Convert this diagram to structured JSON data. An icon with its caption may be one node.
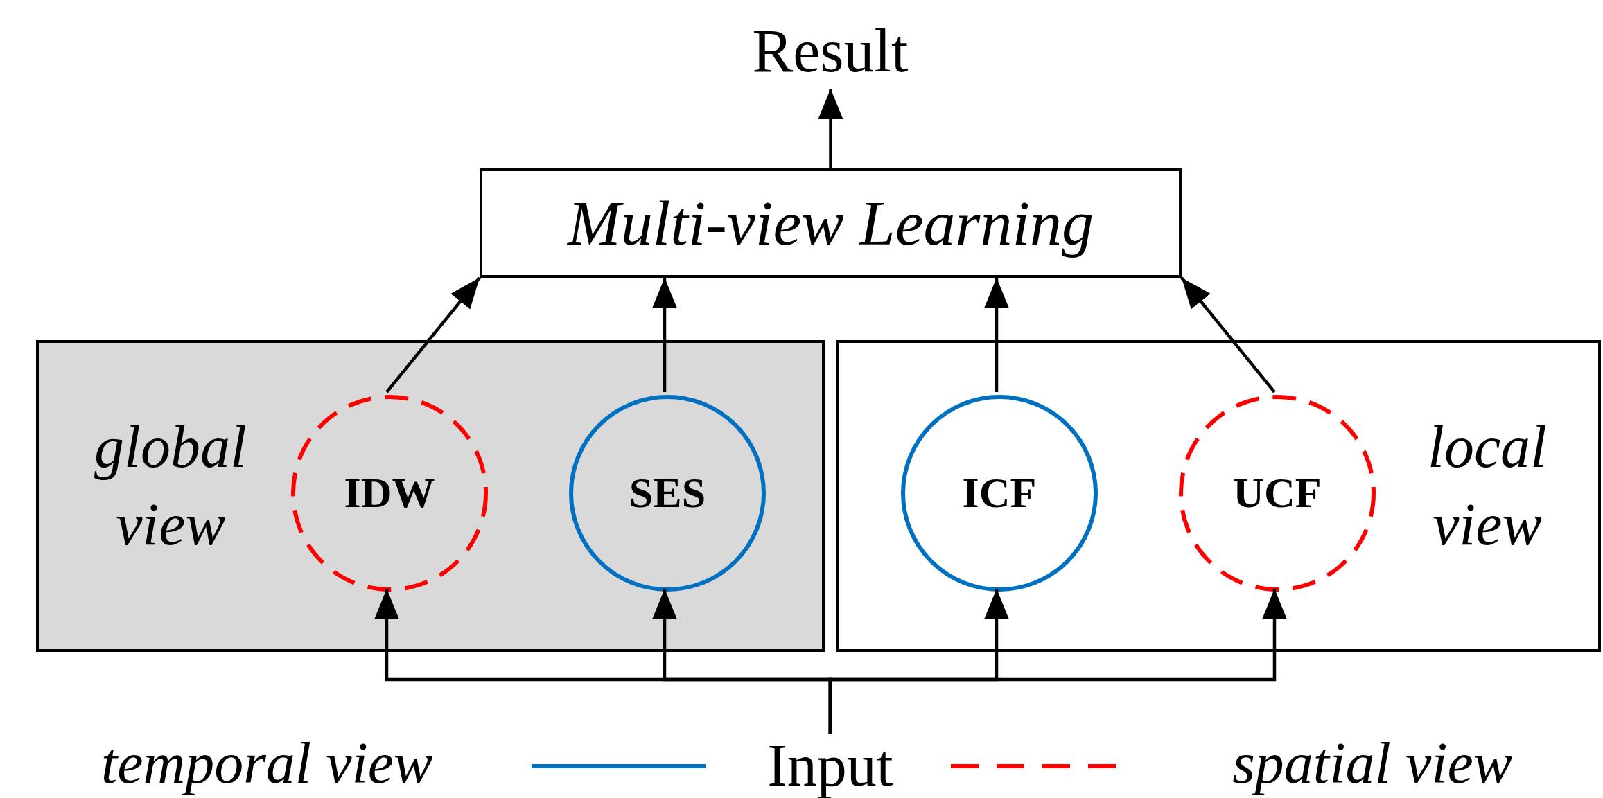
{
  "diagram": {
    "nodes": [
      {
        "text": [
          "Result"
        ]
      },
      {
        "text": [
          "Multi-view Learning"
        ]
      },
      {
        "text": [
          "global view"
        ]
      },
      {
        "text": [
          "IDW"
        ],
        "in": 2
      },
      {
        "text": [
          "SES"
        ],
        "in": 2
      },
      {
        "text": [
          "local view"
        ]
      },
      {
        "text": [
          "ICF"
        ],
        "in": 5
      },
      {
        "text": [
          "UCF"
        ],
        "in": 5
      },
      {
        "text": [
          "Input"
        ]
      }
    ],
    "edges": [
      {
        "from": 1,
        "to": 0,
        "arrow": "to"
      },
      {
        "from": 3,
        "to": 1,
        "arrow": "to"
      },
      {
        "from": 4,
        "to": 1,
        "arrow": "to"
      },
      {
        "from": 6,
        "to": 1,
        "arrow": "to"
      },
      {
        "from": 7,
        "to": 1,
        "arrow": "to"
      },
      {
        "from": 8,
        "to": 3,
        "arrow": "to"
      },
      {
        "from": 8,
        "to": 4,
        "arrow": "to"
      },
      {
        "from": 8,
        "to": 6,
        "arrow": "to"
      },
      {
        "from": 8,
        "to": 7,
        "arrow": "to"
      }
    ],
    "legend": [
      {
        "text": "temporal view"
      },
      {
        "text": "spatial view"
      }
    ]
  }
}
